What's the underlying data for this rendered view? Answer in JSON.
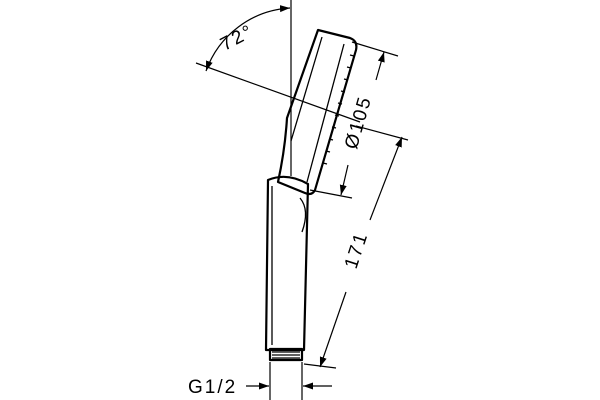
{
  "dimensions": {
    "angle_label": "72°",
    "diameter_label": "Ø105",
    "length_label": "171",
    "thread_label": "G1/2"
  }
}
